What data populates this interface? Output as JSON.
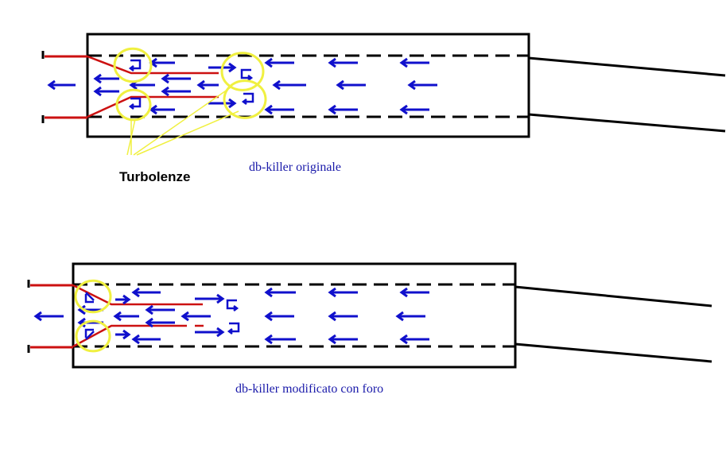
{
  "labels": {
    "turbulence": "Turbolenze",
    "original_caption": "db-killer originale",
    "modified_caption": "db-killer modificato con foro"
  },
  "colors": {
    "flow_arrow": "#1010cc",
    "baffle": "#cc1111",
    "highlight": "#f0f040",
    "outline": "#000000",
    "caption": "#1a1aaa"
  }
}
